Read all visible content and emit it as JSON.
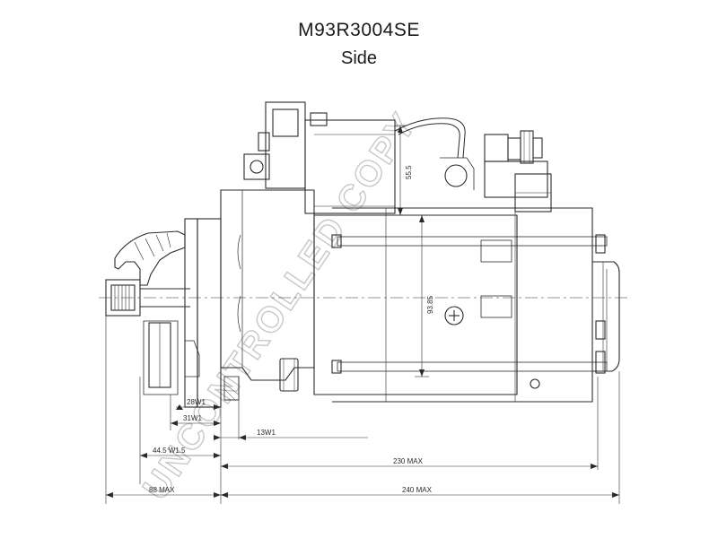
{
  "drawing": {
    "title": "M93R3004SE",
    "view": "Side",
    "watermark": "UNCONTROLLED COPY",
    "dimensions": {
      "d_28": "28W1",
      "d_31": "31W1",
      "d_13": "13W1",
      "d_445": "44.5 W1.5",
      "d_230": "230 MAX",
      "d_88": "88 MAX",
      "d_240": "240 MAX",
      "d_555": "55.5",
      "d_9385": "93.85"
    },
    "colors": {
      "line": "#2a2a2a",
      "watermark": "#d4d4d4",
      "background": "#ffffff"
    }
  }
}
